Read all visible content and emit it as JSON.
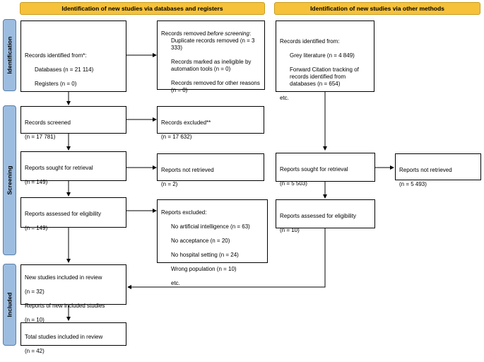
{
  "headers": {
    "databases": "Identification of new studies via databases and registers",
    "other": "Identification of new studies via other methods"
  },
  "stages": {
    "identification": "Identification",
    "screening": "Screening",
    "included": "Included"
  },
  "db": {
    "identified": {
      "title": "Records identified from*:",
      "lines": [
        "Databases (n = 21 114)",
        "Registers (n = 0)"
      ]
    },
    "removed": {
      "title_pre": "Records removed ",
      "title_em": "before screening",
      "title_post": ":",
      "lines": [
        "Duplicate records removed (n = 3 333)",
        "Records marked as ineligible by automation tools (n = 0)",
        "Records removed for other reasons (n = 0)"
      ]
    },
    "screened": {
      "title": "Records screened",
      "count": "(n = 17 781)"
    },
    "excluded": {
      "title": "Records excluded**",
      "count": "(n = 17 632)"
    },
    "sought": {
      "title": "Reports sought for retrieval",
      "count": "(n = 149)"
    },
    "not_retrieved": {
      "title": "Reports not retrieved",
      "count": "(n = 2)"
    },
    "assessed": {
      "title": "Reports assessed for eligibility",
      "count": "(n = 149)"
    },
    "reports_excluded": {
      "title": "Reports excluded:",
      "lines": [
        "No artificial intelligence (n = 63)",
        "No acceptance (n = 20)",
        "No hospital setting (n = 24)",
        "Wrong population (n = 10)",
        "etc."
      ]
    },
    "new_included": {
      "line1": "New studies included in review",
      "line2": "(n = 32)",
      "line3": "Reports of new included studies",
      "line4": "(n = 10)"
    },
    "total": {
      "title": "Total studies included in review",
      "count": "(n = 42)"
    }
  },
  "other": {
    "identified": {
      "title": "Records identified from:",
      "lines": [
        "Grey literature (n = 4 849)",
        "Forward Citation tracking of records identified from databases (n = 654)",
        "etc."
      ]
    },
    "sought": {
      "title": "Reports sought for retrieval",
      "count": "(n = 5 503)"
    },
    "not_retrieved": {
      "title": "Reports not retrieved",
      "count": "(n = 5 493)"
    },
    "assessed": {
      "title": "Reports assessed for eligibility",
      "count": "(n = 10)"
    }
  }
}
